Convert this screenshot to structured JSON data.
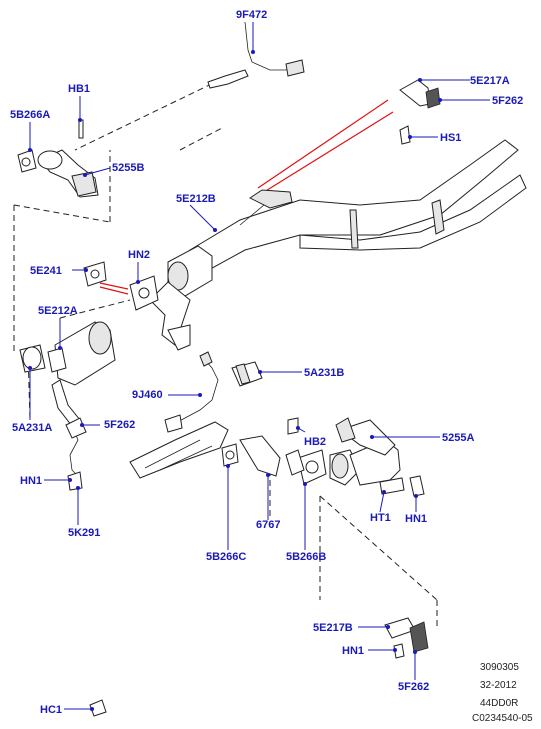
{
  "callouts": {
    "p_9F472": "9F472",
    "p_HB1": "HB1",
    "p_5B266A": "5B266A",
    "p_5255B": "5255B",
    "p_5E217A": "5E217A",
    "p_5F262_top": "5F262",
    "p_HS1": "HS1",
    "p_5E212B": "5E212B",
    "p_5E241": "5E241",
    "p_HN2": "HN2",
    "p_5E212A": "5E212A",
    "p_5A231B": "5A231B",
    "p_9J460": "9J460",
    "p_5A231A": "5A231A",
    "p_5F262_mid": "5F262",
    "p_HB2": "HB2",
    "p_5255A": "5255A",
    "p_HN1_left": "HN1",
    "p_5K291": "5K291",
    "p_6767": "6767",
    "p_HT1": "HT1",
    "p_HN1_right": "HN1",
    "p_5B266C": "5B266C",
    "p_5B266B": "5B266B",
    "p_5E217B": "5E217B",
    "p_HN1_bottom": "HN1",
    "p_5F262_bottom": "5F262",
    "p_HC1": "HC1"
  },
  "reference": {
    "line1": "3090305",
    "line2": "32-2012",
    "line3": "44DD0R",
    "line4": "C0234540-05"
  },
  "colors": {
    "callout": "#1a1ab8",
    "leader_red": "#e01010",
    "outline": "#222222"
  }
}
